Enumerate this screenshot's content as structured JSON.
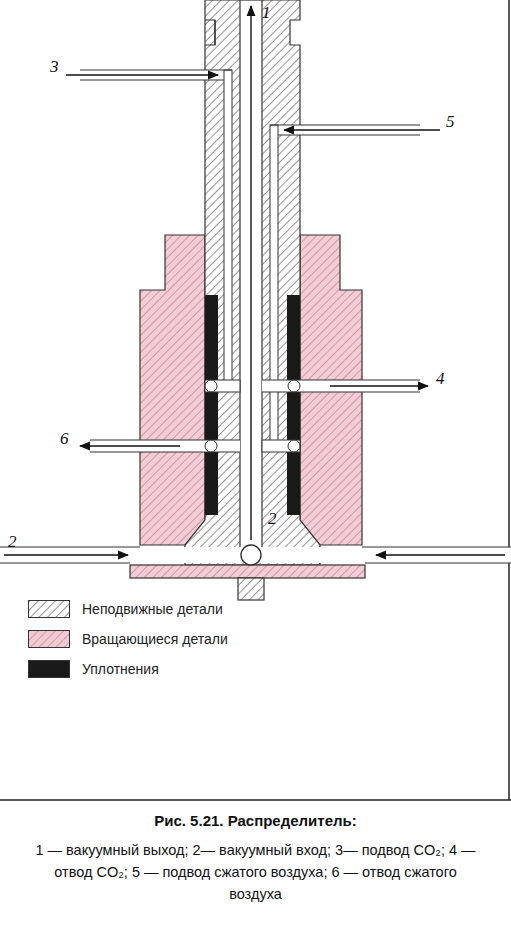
{
  "diagram": {
    "caption": "Рис. 5.21. Распределитель:",
    "labels": [
      "1",
      "3",
      "5",
      "4",
      "6",
      "2",
      "2",
      "1 — вакуумный выход; 2— вакуумный вход; 3— подвод CO₂; 4 — отвод CO₂; 5 — подвод сжатого воздуха; 6 — отвод сжатого воздуха"
    ],
    "legend": [
      {
        "text": "Неподвижные детали"
      },
      {
        "text": "Вращающиеся детали",
        "color": "#eeb8c3"
      },
      {
        "text": "Уплотнения",
        "color": "#1a1a1a"
      }
    ]
  }
}
